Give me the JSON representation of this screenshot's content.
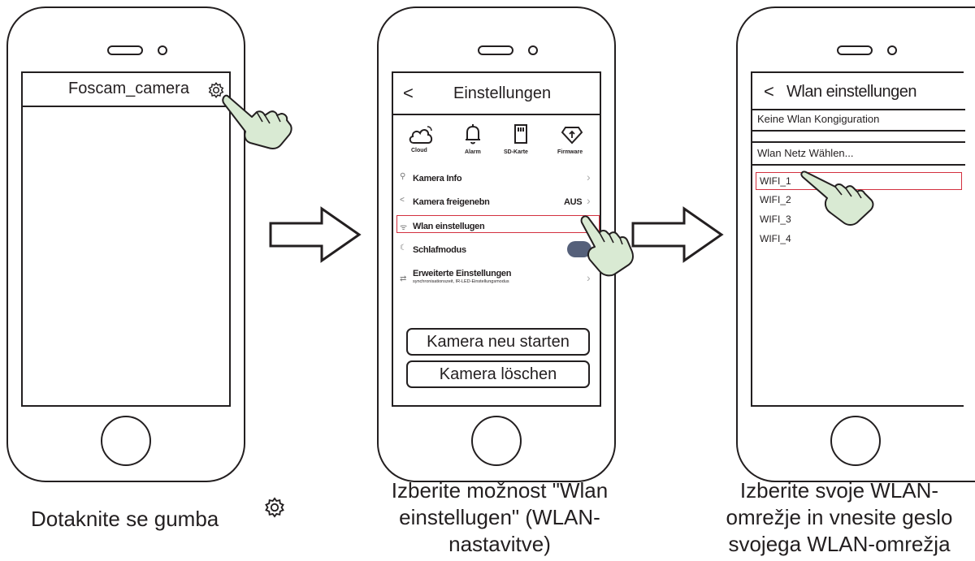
{
  "step1": {
    "screen_title": "Foscam_camera",
    "caption": "Dotaknite se gumba"
  },
  "step2": {
    "back_label": "<",
    "screen_title": "Einstellungen",
    "tiles": [
      "Cloud",
      "Alarm",
      "SD-Karte",
      "Firmware"
    ],
    "rows": [
      {
        "label": "Kamera Info",
        "value": ""
      },
      {
        "label": "Kamera freigenebn",
        "value": "AUS"
      },
      {
        "label": "Wlan einstellugen",
        "value": ""
      },
      {
        "label": "Schlafmodus",
        "value": ""
      },
      {
        "label": "Erweiterte Einstellungen",
        "sub": "synchronisationszeit, IR-LED-Einstellungsmodus",
        "value": ""
      }
    ],
    "restart_button": "Kamera neu starten",
    "delete_button": "Kamera löschen",
    "caption_lines": [
      "Izberite možnost \"Wlan",
      "einstellugen\" (WLAN-",
      "nastavitve)"
    ]
  },
  "step3": {
    "back_label": "<",
    "screen_title": "Wlan einstellungen",
    "status_row": "Keine Wlan Kongiguration",
    "select_row": "Wlan Netz Wählen...",
    "networks": [
      "WIFI_1",
      "WIFI_2",
      "WIFI_3",
      "WIFI_4"
    ],
    "caption_lines": [
      "Izberite svoje WLAN-",
      "omrežje in vnesite geslo",
      "svojega WLAN-omrežja"
    ]
  },
  "colors": {
    "outline": "#231f20",
    "highlight": "#d3303f",
    "finger": "#d9ead3",
    "toggle": "#55607a"
  },
  "icons": [
    "gear-icon",
    "pointing-hand-icon",
    "right-arrow-icon",
    "cloud-icon",
    "bell-icon",
    "sd-card-icon",
    "firmware-icon"
  ]
}
